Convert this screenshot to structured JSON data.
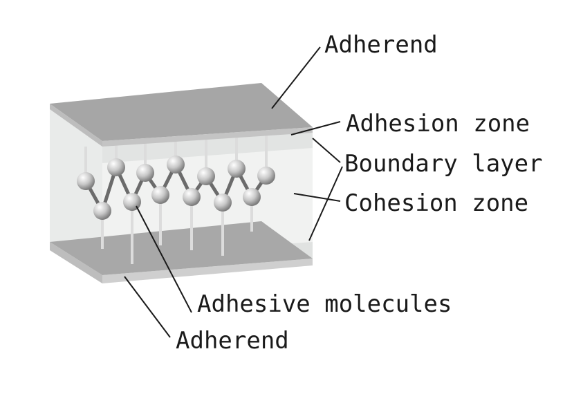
{
  "labels": {
    "adherend_top": "Adherend",
    "adhesion_zone": "Adhesion zone",
    "boundary_layer": "Boundary layer",
    "cohesion_zone": "Cohesion zone",
    "adhesive_molecules": "Adhesive molecules",
    "adherend_bottom": "Adherend"
  },
  "colors": {
    "plate_top": "#a6a6a6",
    "plate_side": "#bdbdbd",
    "adhesive_body": "#eeeeee",
    "molecule": "#9a9a9a",
    "chain": "#6b6b6b"
  }
}
